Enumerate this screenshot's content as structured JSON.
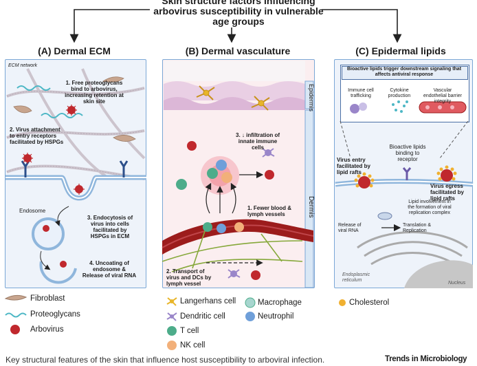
{
  "header": {
    "title_line1": "Skin structure factors influencing",
    "title_line2": "arbovirus susceptibility in vulnerable",
    "title_line3": "age groups"
  },
  "panel_a": {
    "title": "(A) Dermal ECM",
    "ecm_label": "ECM network",
    "step1": [
      "1. Free proteoglycans",
      "bind to arbovirus,",
      "increasing retention at",
      "skin site"
    ],
    "step2": [
      "2. Virus attachment",
      "to entry receptors",
      "facilitated by HSPGs"
    ],
    "endosome": "Endosome",
    "step3": [
      "3. Endocytosis of",
      "virus into cells",
      "facilitated by",
      "HSPGs in ECM"
    ],
    "step4": [
      "4. Uncoating of",
      "endosome &",
      "Release of viral RNA"
    ]
  },
  "panel_b": {
    "title": "(B) Dermal vasculature",
    "epidermis": "Epidermis",
    "dermis": "Dermis",
    "step3": [
      "3. ↓ infiltration of",
      "innate immune",
      "cells"
    ],
    "step1": [
      "1.  Fewer blood &",
      "lymph vessels"
    ],
    "step2": [
      "2. Transport of",
      "virus and DCs by",
      "lymph vessel"
    ]
  },
  "panel_c": {
    "title": "(C) Epidermal lipids",
    "box_title": [
      "Bioactive lipids trigger downstream signaling that",
      "affects antiviral response"
    ],
    "immune": [
      "Immune cell",
      "trafficking"
    ],
    "cytokine": [
      "Cytokine",
      "production"
    ],
    "vascular": [
      "Vascular",
      "endothelial barrier",
      "integrity"
    ],
    "bioactive": [
      "Bioactive lipids",
      "binding to",
      "receptor"
    ],
    "entry": [
      "Virus entry",
      "facilitated by",
      "lipid rafts"
    ],
    "egress": [
      "Virus egress",
      "facilitated by",
      "lipid rafts"
    ],
    "lipid_involvement": [
      "Lipid involvement in",
      "the formation of viral",
      "replication complex"
    ],
    "release": [
      "Release of",
      "viral RNA"
    ],
    "translation": [
      "Translation &",
      "Replication"
    ],
    "er": [
      "Endoplasmic",
      "reticulum"
    ],
    "nucleus": "Nucleus"
  },
  "legend": {
    "fibroblast": "Fibroblast",
    "proteoglycans": "Proteoglycans",
    "arbovirus": "Arbovirus",
    "langerhans": "Langerhans cell",
    "dendritic": "Dendritic cell",
    "tcell": "T cell",
    "nkcell": "NK cell",
    "macrophage": "Macrophage",
    "neutrophil": "Neutrophil",
    "cholesterol": "Cholesterol"
  },
  "footer": {
    "caption": "Key structural features of the skin that influence host susceptibility to arboviral infection.",
    "brand": "Trends in Microbiology"
  },
  "colors": {
    "panel_border": "#7aa7d6",
    "virus": "#c0282d",
    "vessel": "#9c1c1c",
    "langerhans": "#e8b52a",
    "tcell": "#4dac8a",
    "nkcell": "#f2b07a",
    "dendritic": "#9a86c9",
    "cholesterol": "#f0b030"
  }
}
